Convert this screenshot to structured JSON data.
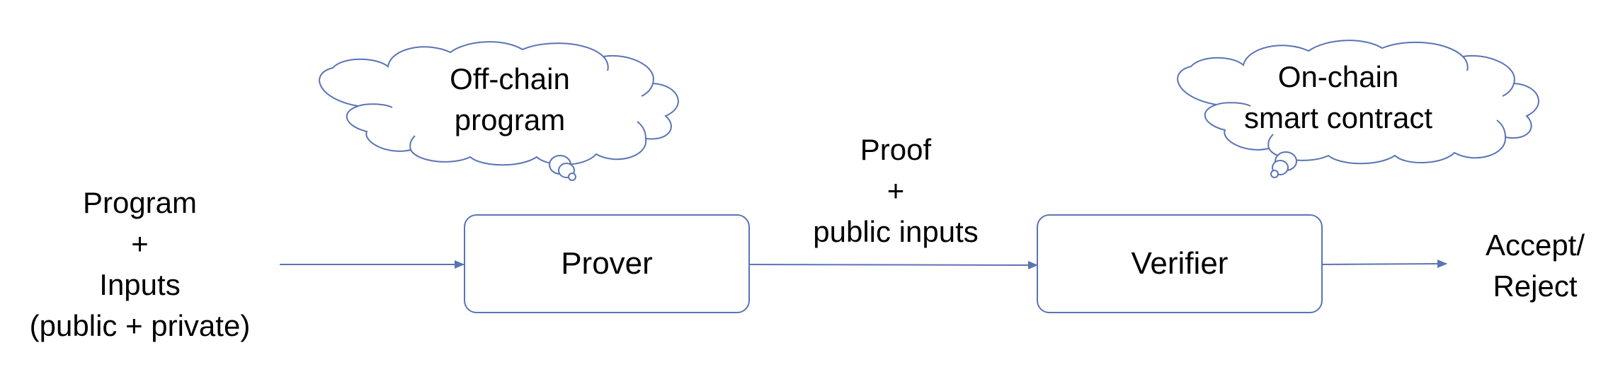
{
  "input_label": {
    "line1": "Program",
    "line2": "+",
    "line3": "Inputs",
    "line4": "(public + private)"
  },
  "prover": {
    "label": "Prover"
  },
  "verifier": {
    "label": "Verifier"
  },
  "proof_label": {
    "line1": "Proof",
    "line2": "+",
    "line3": "public inputs"
  },
  "output_label": {
    "line1": "Accept/",
    "line2": "Reject"
  },
  "offchain_cloud": {
    "line1": "Off-chain",
    "line2": "program"
  },
  "onchain_cloud": {
    "line1": "On-chain",
    "line2": "smart contract"
  },
  "colors": {
    "stroke": "#5a74b4",
    "text": "#000000",
    "background": "#ffffff"
  }
}
